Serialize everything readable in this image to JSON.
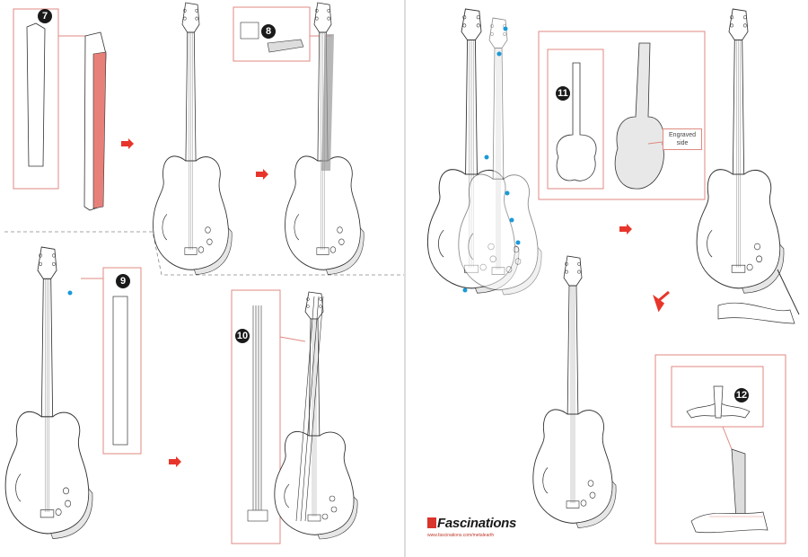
{
  "steps": {
    "s7": "7",
    "s8": "8",
    "s9": "9",
    "s10": "10",
    "s11": "11",
    "s12": "12"
  },
  "callouts": {
    "engraved_side": "Engraved side"
  },
  "brand": {
    "name": "Fascinations",
    "url": "www.fascinations.com/metalearth"
  },
  "colors": {
    "accent_red": "#e8352b",
    "callout_border": "#e08a80",
    "dot_blue": "#1a9ad6",
    "dot_green": "#8bc34a"
  }
}
